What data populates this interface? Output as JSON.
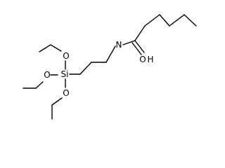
{
  "molecule": {
    "atoms": {
      "oxygen_1": "O",
      "oxygen_2": "O",
      "oxygen_3": "O",
      "silicon": "Si",
      "nitrogen": "N",
      "carbonyl_oxygen": "O"
    },
    "carbonyl_hydrogen": "H"
  }
}
